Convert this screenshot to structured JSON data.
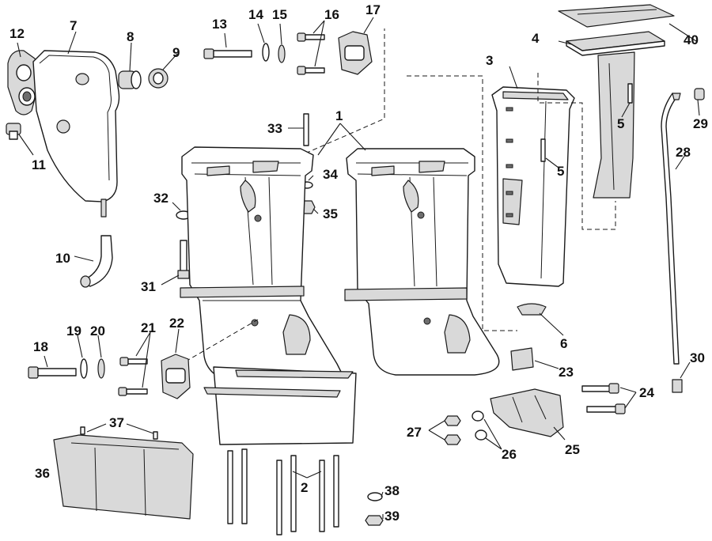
{
  "diagram": {
    "callouts": {
      "c1": "1",
      "c2": "2",
      "c3": "3",
      "c4": "4",
      "c5a": "5",
      "c5b": "5",
      "c6": "6",
      "c7": "7",
      "c8": "8",
      "c9": "9",
      "c10": "10",
      "c11": "11",
      "c12": "12",
      "c13": "13",
      "c14": "14",
      "c15": "15",
      "c16": "16",
      "c17": "17",
      "c18": "18",
      "c19": "19",
      "c20": "20",
      "c21": "21",
      "c22": "22",
      "c23": "23",
      "c24": "24",
      "c25": "25",
      "c26": "26",
      "c27": "27",
      "c28": "28",
      "c29": "29",
      "c30": "30",
      "c31": "31",
      "c32": "32",
      "c33": "33",
      "c34": "34",
      "c35": "35",
      "c36": "36",
      "c37": "37",
      "c38": "38",
      "c39": "39",
      "c40": "40"
    }
  }
}
